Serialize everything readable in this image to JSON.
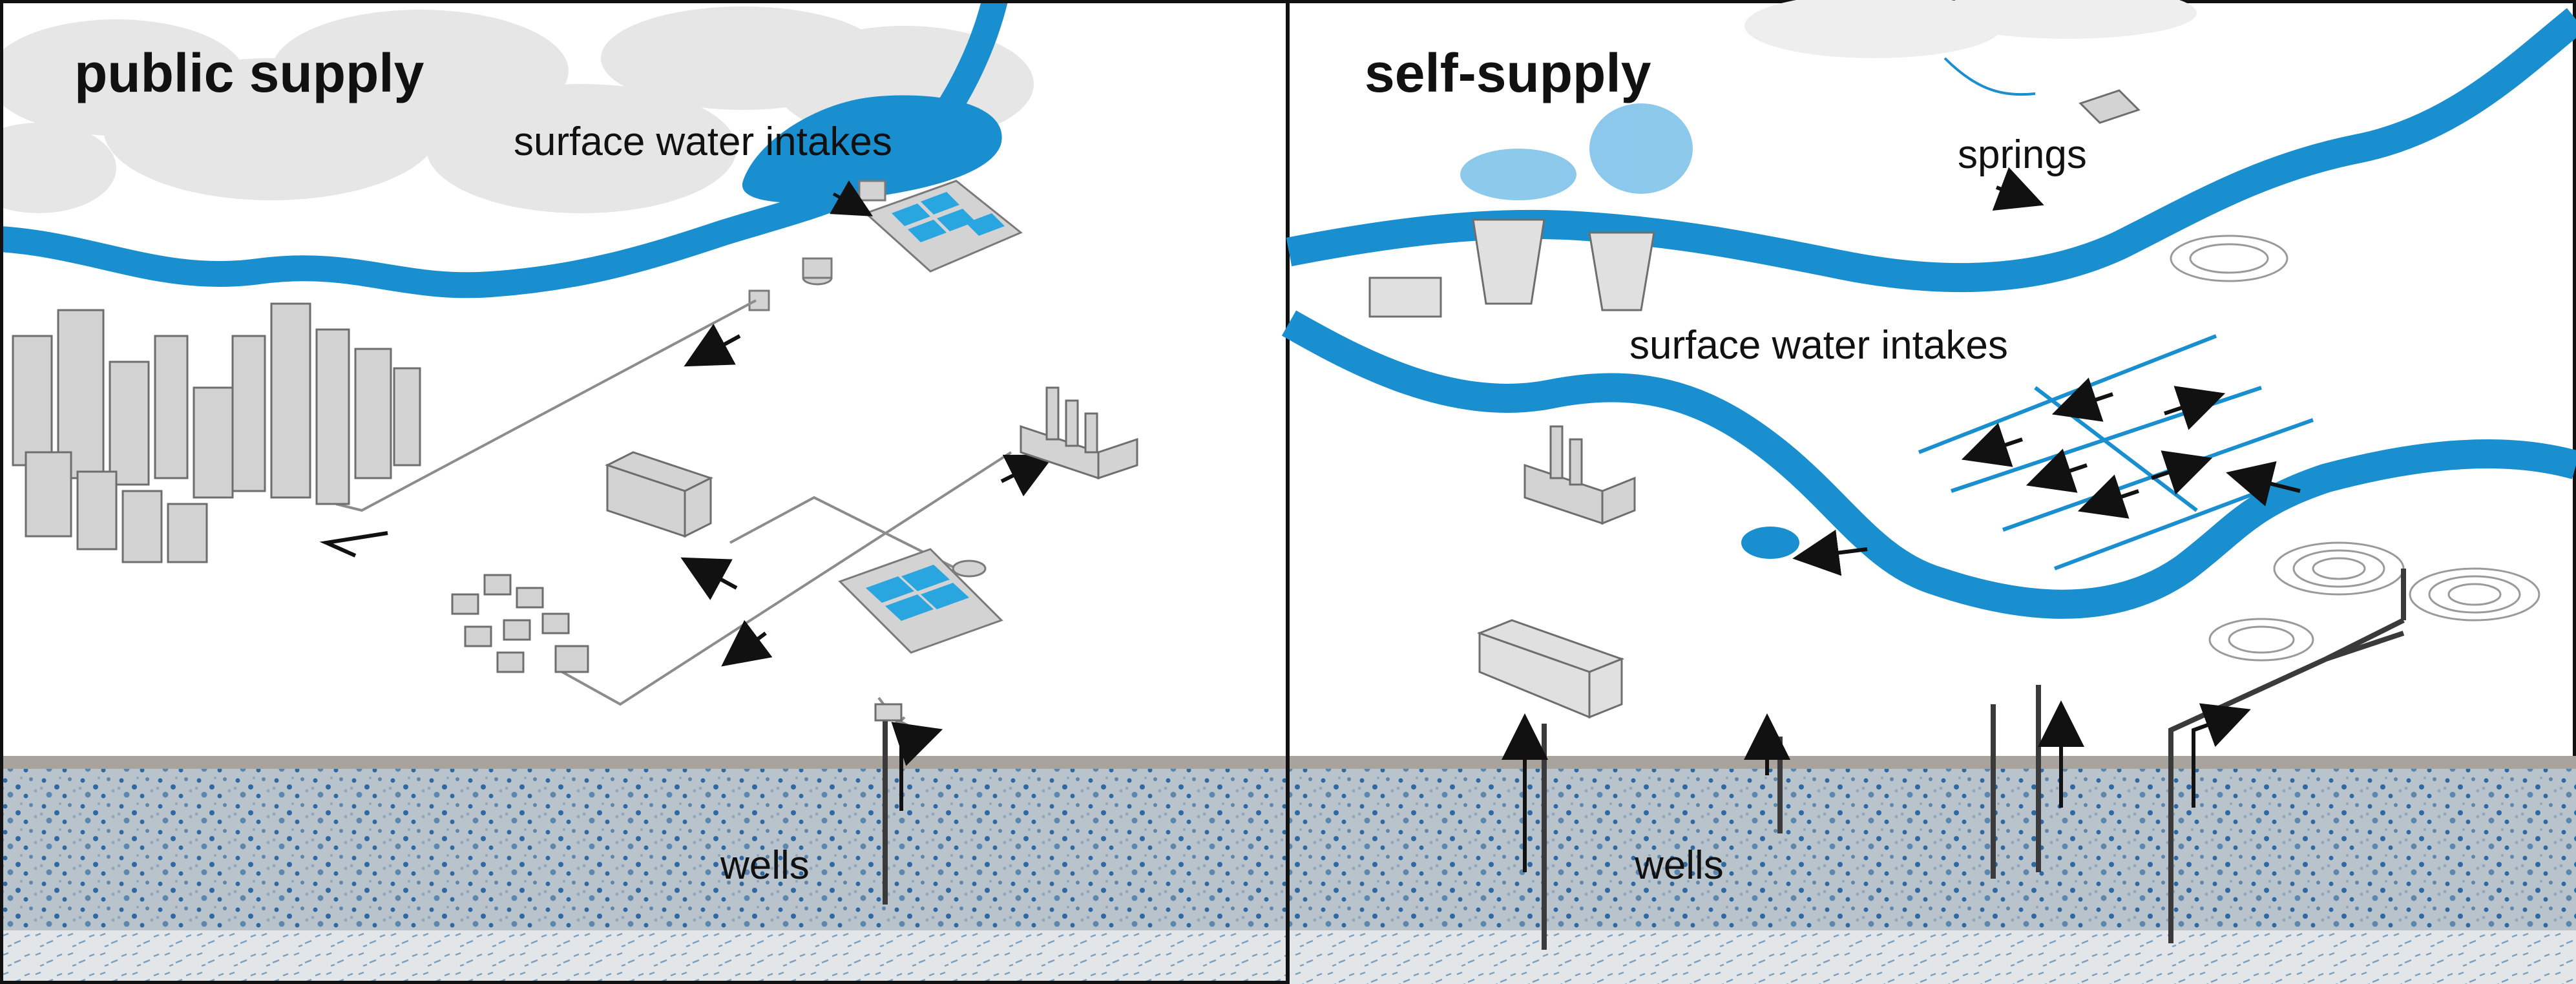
{
  "left_panel": {
    "title": "public supply",
    "labels": {
      "surface_water_intakes": "surface water intakes",
      "wells": "wells"
    }
  },
  "right_panel": {
    "title": "self-supply",
    "labels": {
      "springs": "springs",
      "surface_water_intakes": "surface water intakes",
      "wells": "wells"
    }
  },
  "colors": {
    "water": "#1a8fcf",
    "aquifer": "#b9c3cc",
    "aquifer_speck": "#2d6aa3",
    "ground_line": "#a8a39c",
    "building": "#d3d3d3",
    "building_dark": "#a5a5a5",
    "pipe": "#3a3a3a",
    "cloud": "#e6e6e6"
  }
}
